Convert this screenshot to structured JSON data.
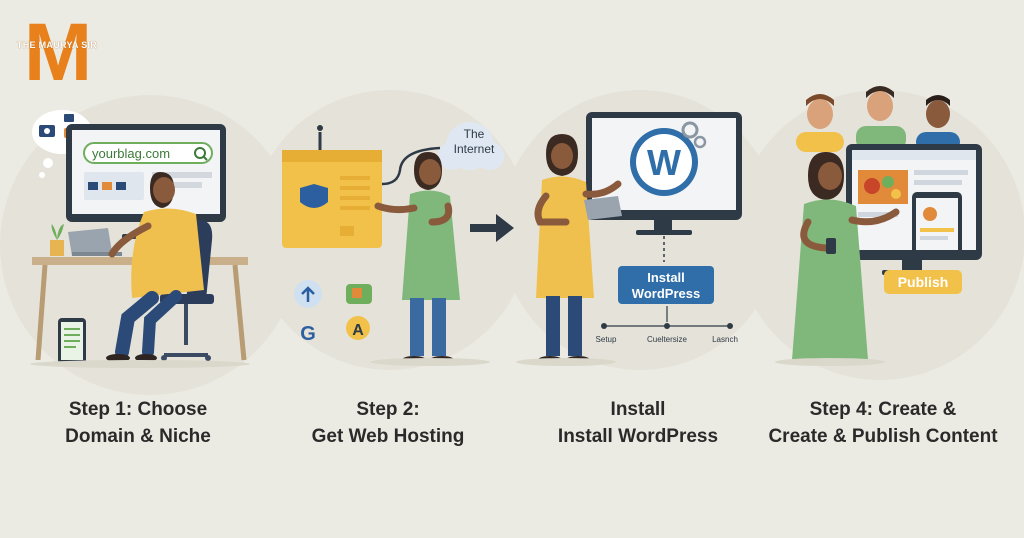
{
  "brand": {
    "logo_letter": "M",
    "logo_text": "THE MAURYA SIR",
    "accent": "#e8801c"
  },
  "step1": {
    "url_text": "yourblag.com",
    "caption_line1": "Step 1: Choose",
    "caption_line2": "Domain & Niche"
  },
  "step2": {
    "cloud_text": "The Internet",
    "caption_line1": "Step 2:",
    "caption_line2": "Get Web Hosting"
  },
  "step3": {
    "install_button": "Install WordPress",
    "flow_steps": [
      "Setup",
      "Cueltersize",
      "Lasnch"
    ],
    "caption_line1": "Install",
    "caption_line2": "Install WordPress"
  },
  "step4": {
    "publish_button": "Publish",
    "caption_line1": "Step 4: Create &",
    "caption_line2": "Create & Publish Content"
  },
  "colors": {
    "background": "#ecebe3",
    "yellow": "#f2c14a",
    "green": "#7fb87a",
    "blue_dark": "#2b4a78",
    "wordpress_blue": "#2f6ea8"
  }
}
